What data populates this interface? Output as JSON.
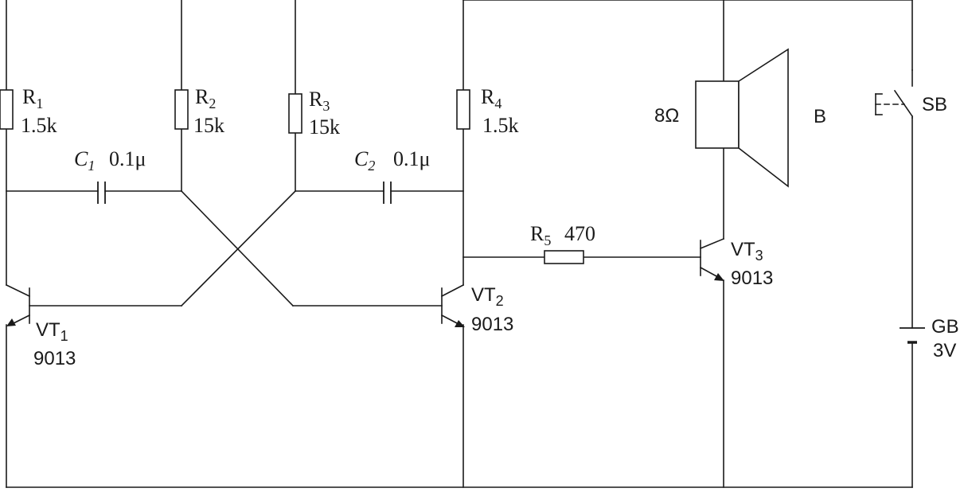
{
  "components": {
    "r1": {
      "ref": "R",
      "sub": "1",
      "value": "1.5k"
    },
    "r2": {
      "ref": "R",
      "sub": "2",
      "value": "15k"
    },
    "r3": {
      "ref": "R",
      "sub": "3",
      "value": "15k"
    },
    "r4": {
      "ref": "R",
      "sub": "4",
      "value": "1.5k"
    },
    "r5": {
      "ref": "R",
      "sub": "5",
      "value": "470"
    },
    "c1": {
      "ref": "C",
      "sub": "1",
      "value": "0.1μ"
    },
    "c2": {
      "ref": "C",
      "sub": "2",
      "value": "0.1μ"
    },
    "vt1": {
      "ref": "VT",
      "sub": "1",
      "value": "9013"
    },
    "vt2": {
      "ref": "VT",
      "sub": "2",
      "value": "9013"
    },
    "vt3": {
      "ref": "VT",
      "sub": "3",
      "value": "9013"
    },
    "speaker": {
      "ref": "B",
      "value": "8Ω"
    },
    "switch": {
      "ref": "SB"
    },
    "battery": {
      "ref": "GB",
      "value": "3V"
    }
  }
}
